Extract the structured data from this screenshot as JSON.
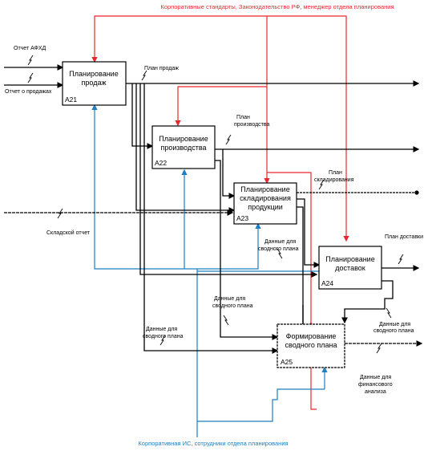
{
  "diagram": {
    "header_label": "Корпоративные стандарты, Законодательство РФ, менеджер отдела планирования",
    "footer_label": "Корпоративная ИС, сотрудники отдела планирования",
    "boxes": [
      {
        "title_lines": [
          "Планирование",
          "продаж"
        ],
        "id": "A21"
      },
      {
        "title_lines": [
          "Планирование",
          "производства"
        ],
        "id": "A22"
      },
      {
        "title_lines": [
          "Планирование",
          "складирования",
          "продукции"
        ],
        "id": "A23"
      },
      {
        "title_lines": [
          "Планирование",
          "доставок"
        ],
        "id": "A24"
      },
      {
        "title_lines": [
          "Формирование",
          "сводного плана"
        ],
        "id": "A25"
      }
    ],
    "arrow_labels": {
      "input_afhd": "Отчет АФХД",
      "input_sales": "Отчет о продажах",
      "input_warehouse": "Складской отчет",
      "plan_sales": "План продаж",
      "plan_production": [
        "План",
        "производства"
      ],
      "plan_storage": [
        "План",
        "складирования"
      ],
      "plan_delivery": "План доставки",
      "data_summary_a23": [
        "Данные для",
        "сводного плана"
      ],
      "data_summary_a22": [
        "Данные для",
        "сводного плана"
      ],
      "data_summary_a21": [
        "Данные для",
        "сводного плана"
      ],
      "data_summary_a24": [
        "Данные для",
        "сводного плана"
      ],
      "data_financial": [
        "Данные для",
        "финансового",
        "анализа"
      ]
    },
    "colors": {
      "control": "#e8282e",
      "mechanism": "#1f7fc0",
      "flow": "#000000"
    }
  }
}
